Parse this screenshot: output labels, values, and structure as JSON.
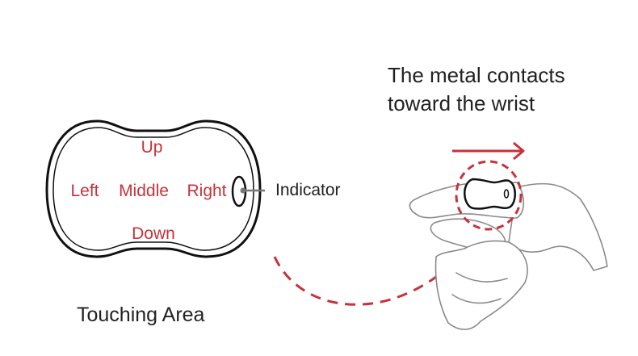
{
  "touchpad": {
    "up": "Up",
    "down": "Down",
    "left": "Left",
    "middle": "Middle",
    "right": "Right",
    "indicator": "Indicator",
    "caption": "Touching Area"
  },
  "wrist_note": {
    "line1": "The metal contacts",
    "line2": "toward the wrist"
  },
  "colors": {
    "accent_red": "#c8323a",
    "outline": "#111111",
    "hand_stroke": "#8a8a8a"
  }
}
